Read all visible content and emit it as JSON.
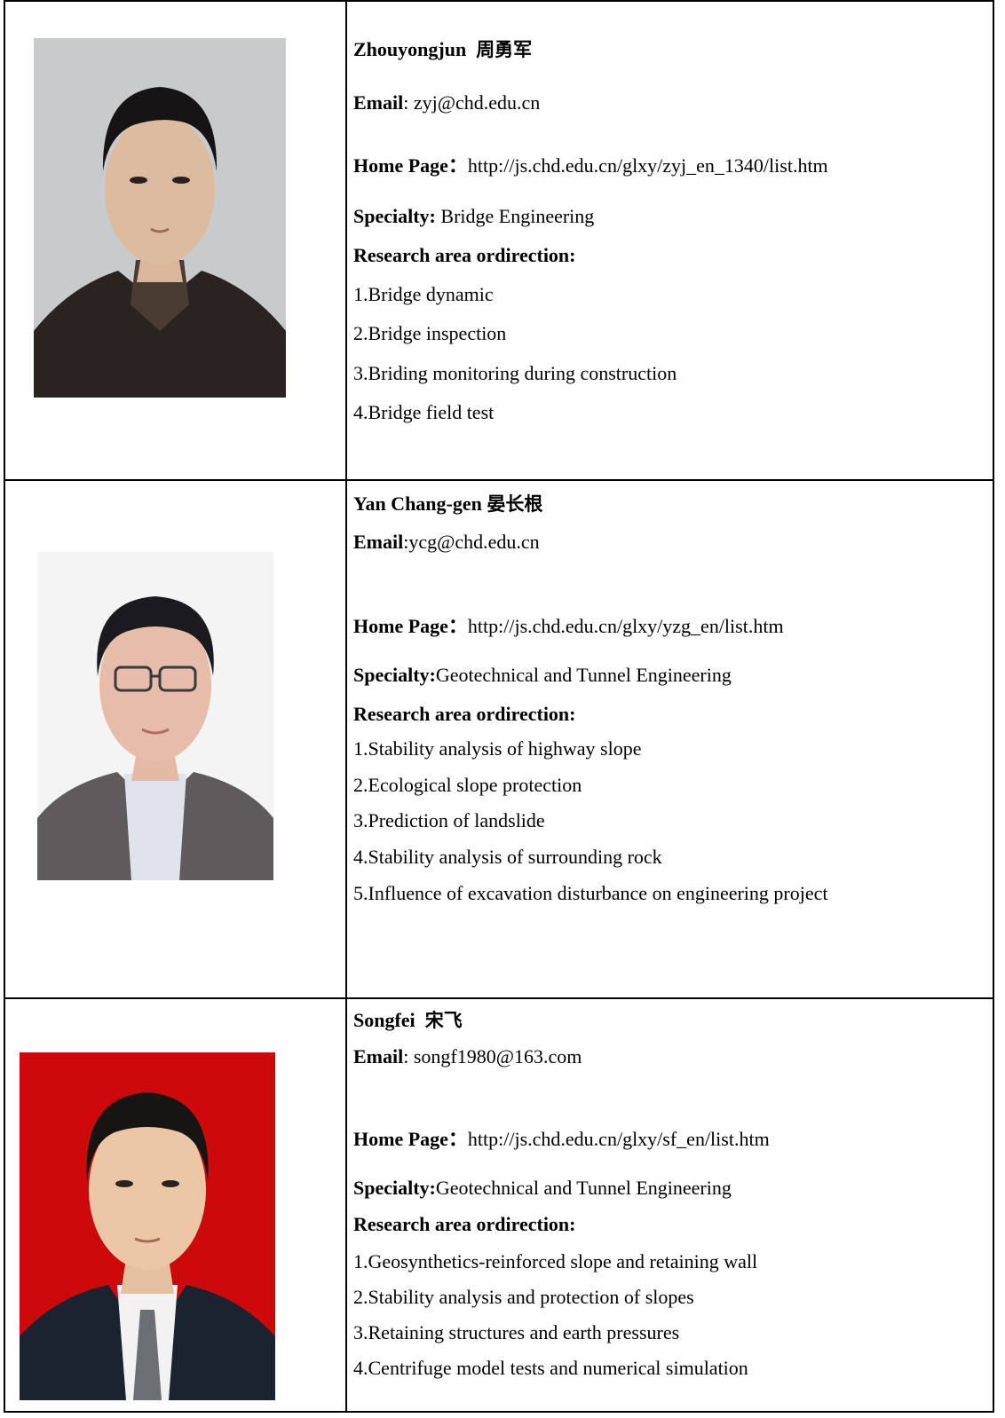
{
  "profiles": [
    {
      "name": "Zhouyongjun",
      "name_cn": "周勇军",
      "email_label": "Email",
      "email": ": zyj@chd.edu.cn",
      "home_label": "Home Page：",
      "home_url": "http://js.chd.edu.cn/glxy/zyj_en_1340/list.htm",
      "specialty_label": "Specialty:",
      "specialty": " Bridge Engineering",
      "research_label": "Research area ordirection:",
      "research": [
        "1.Bridge dynamic",
        "2.Bridge inspection",
        "3.Briding monitoring during construction",
        "4.Bridge field test"
      ],
      "photo_bg": "#c9cacc"
    },
    {
      "name": "Yan Chang-gen",
      "name_cn": "晏长根",
      "email_label": "Email",
      "email": ":ycg@chd.edu.cn",
      "home_label": "Home Page：",
      "home_url": "http://js.chd.edu.cn/glxy/yzg_en/list.htm",
      "specialty_label": "Specialty:",
      "specialty": "Geotechnical and Tunnel Engineering",
      "research_label": "Research area ordirection:",
      "research": [
        "1.Stability analysis of highway slope",
        "2.Ecological slope protection",
        "3.Prediction of landslide",
        "4.Stability analysis of surrounding rock",
        "5.Influence of excavation disturbance on engineering project"
      ],
      "photo_bg": "#f4f4f4"
    },
    {
      "name": "Songfei",
      "name_cn": "宋飞",
      "email_label": "Email",
      "email": ": songf1980@163.com",
      "home_label": "Home Page：",
      "home_url": "http://js.chd.edu.cn/glxy/sf_en/list.htm",
      "specialty_label": "Specialty:",
      "specialty": "Geotechnical and Tunnel Engineering",
      "research_label": "Research area ordirection:",
      "research": [
        "1.Geosynthetics-reinforced slope and retaining wall",
        "2.Stability analysis and protection of slopes",
        "3.Retaining structures and earth pressures",
        "4.Centrifuge model tests and numerical simulation"
      ],
      "photo_bg": "#cc0a0c"
    }
  ]
}
